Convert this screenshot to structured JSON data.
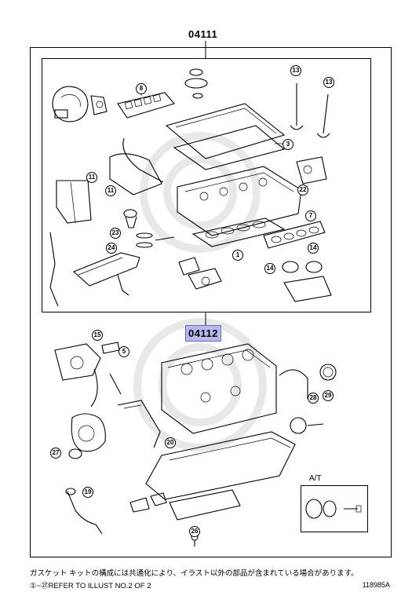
{
  "assemblies": {
    "top": "04111",
    "bottom": "04112"
  },
  "accent_color": "#b7b8ec",
  "callouts": {
    "c1": "1",
    "c3": "3",
    "c7": "7",
    "c8": "8",
    "c11a": "11",
    "c11b": "11",
    "c13a": "13",
    "c13b": "13",
    "c14a": "14",
    "c14b": "14",
    "c15": "15",
    "c19": "19",
    "c20": "20",
    "c22": "22",
    "c23": "23",
    "c24": "24",
    "c26": "26",
    "c27": "27",
    "c28": "28",
    "c29": "29",
    "c5": "5"
  },
  "at_label": "A/T",
  "notes": {
    "jp": "ガスケット キットの構成には共通化により、イラスト以外の部品が含まれている場合があります。",
    "ref": "①~㉗REFER TO ILLUST NO.2 OF 2"
  },
  "diagram_id": "118985A"
}
